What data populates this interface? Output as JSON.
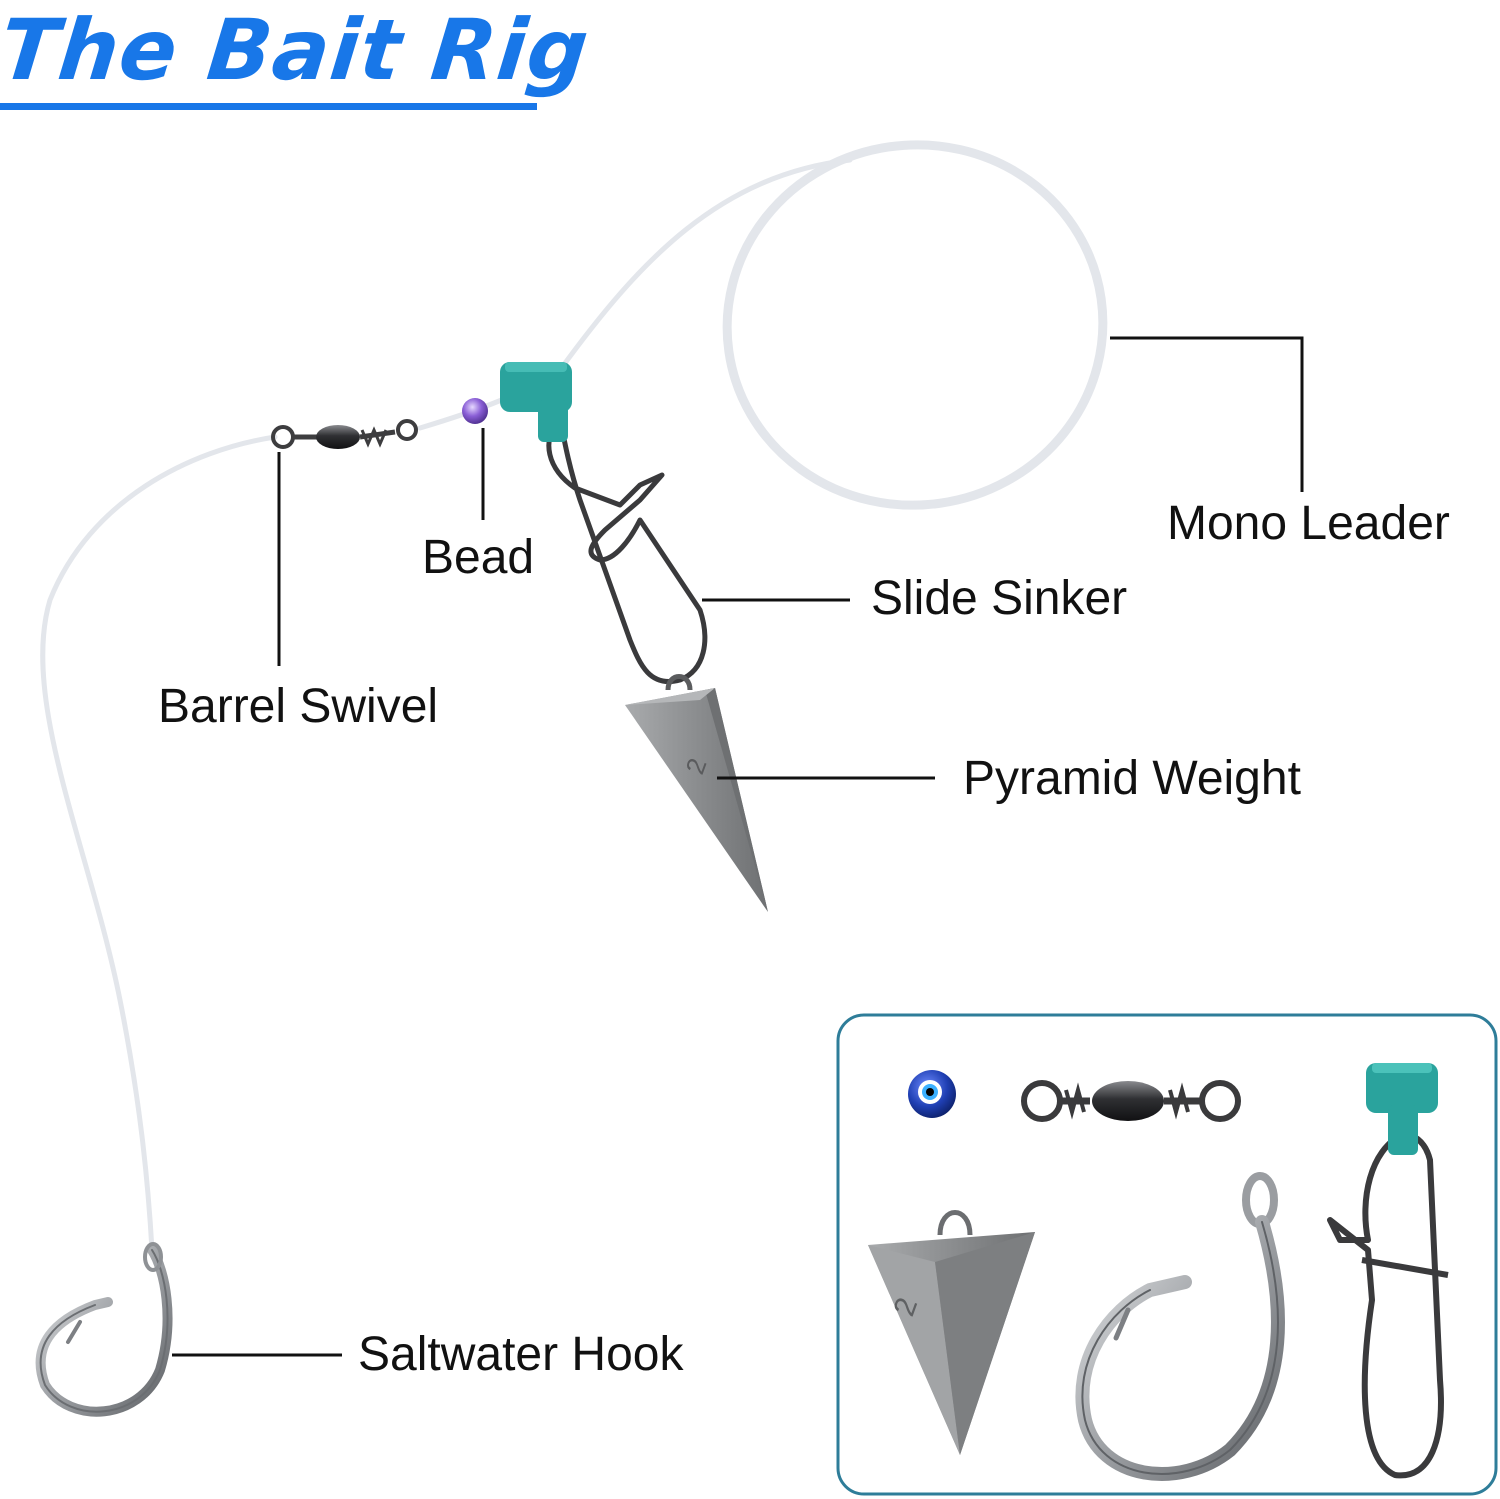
{
  "title": "The Bait Rig",
  "colors": {
    "title": "#1877e8",
    "leader_line": "#111111",
    "mono_line": "#e6e9ee",
    "teal_sleeve": "#2aa39d",
    "bead": "#8a5fd6",
    "metal": "#3d3d3f",
    "lead": "#8b8d8f",
    "steel": "#b9bcc0",
    "inset_border": "#2e7d99"
  },
  "labels": {
    "mono_leader": "Mono Leader",
    "bead": "Bead",
    "slide_sinker": "Slide Sinker",
    "barrel_swivel": "Barrel Swivel",
    "pyramid_weight": "Pyramid Weight",
    "saltwater_hook": "Saltwater Hook"
  },
  "weight_marking": "2",
  "inset": {
    "items": [
      "bead-icon",
      "barrel-swivel-icon",
      "slide-sinker-icon",
      "pyramid-weight-icon",
      "saltwater-hook-icon"
    ]
  }
}
